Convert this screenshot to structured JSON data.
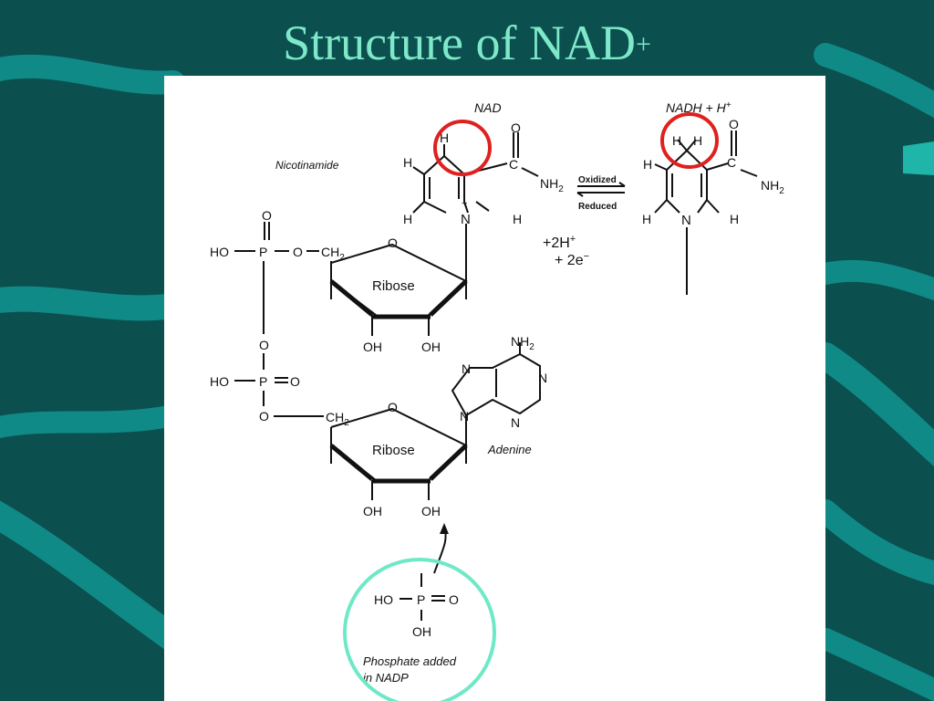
{
  "title": {
    "main": "Structure of NAD",
    "superscript": "+"
  },
  "colors": {
    "background": "#0b4f4f",
    "wave": "#0f8a86",
    "title": "#7ee8c9",
    "highlight_red": "#e0201e",
    "highlight_teal": "#6fe8c8"
  },
  "diagram": {
    "nad_label": "NAD",
    "nadh_label": "NADH + H",
    "nadh_plus": "+",
    "nicotinamide_label": "Nicotinamide",
    "oxidized_label": "Oxidized",
    "reduced_label": "Reduced",
    "two_h_plus": "+2H",
    "plus_sup": "+",
    "two_e_minus": "+ 2e",
    "minus_sup": "−",
    "ribose_label": "Ribose",
    "adenine_label": "Adenine",
    "phosphate_note_line1": "Phosphate added",
    "phosphate_note_line2": "in NADP",
    "h": "H",
    "o": "O",
    "n": "N",
    "c": "C",
    "p": "P",
    "nh2": "NH",
    "sub2": "2",
    "ho_p": "HO",
    "oh": "OH",
    "ch2": "CH",
    "n_plus": "+"
  }
}
